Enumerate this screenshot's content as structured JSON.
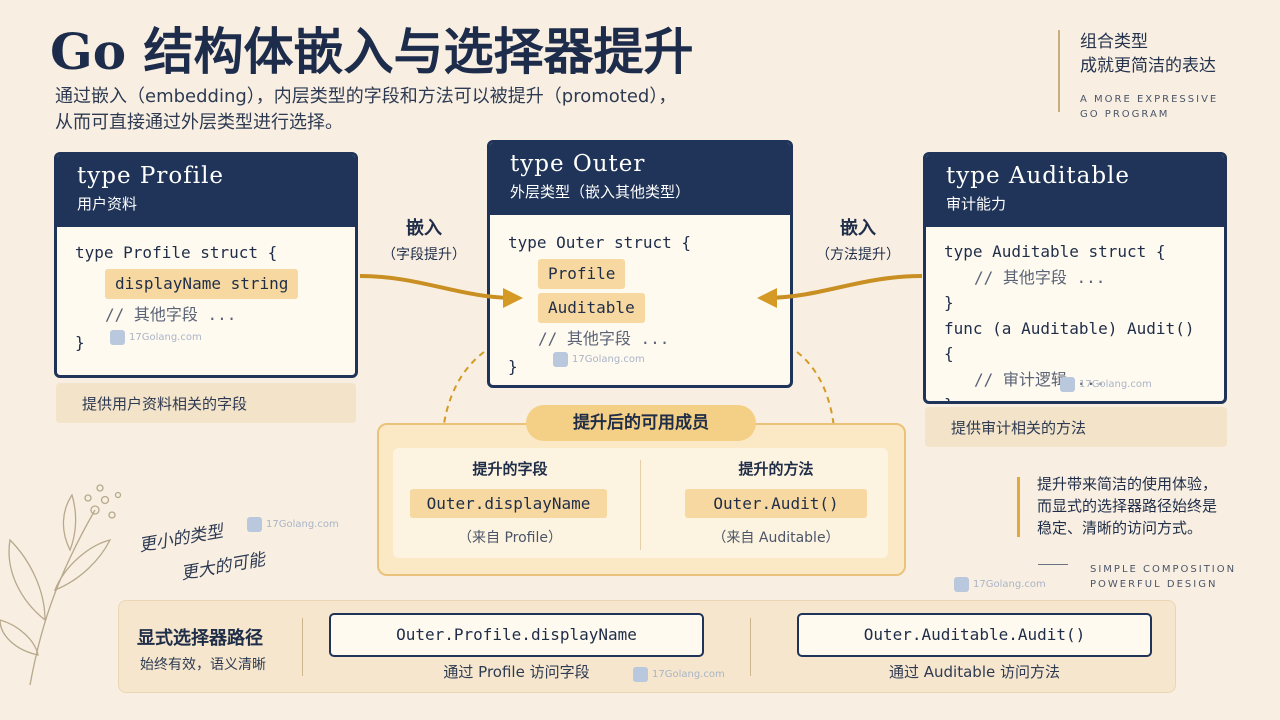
{
  "header": {
    "title": "Go 结构体嵌入与选择器提升",
    "subtitle_line1": "通过嵌入（embedding），内层类型的字段和方法可以被提升（promoted），",
    "subtitle_line2": "从而可直接通过外层类型进行选择。"
  },
  "tagline": {
    "cn_line1": "组合类型",
    "cn_line2": "成就更简洁的表达",
    "en_line1": "A MORE EXPRESSIVE",
    "en_line2": "GO PROGRAM"
  },
  "profile_card": {
    "title": "type  Profile",
    "subtitle": "用户资料",
    "code_line1": "type Profile struct {",
    "field": "displayName string",
    "comment": "// 其他字段 ...",
    "close": "}",
    "footnote": "提供用户资料相关的字段"
  },
  "outer_card": {
    "title": "type  Outer",
    "subtitle": "外层类型（嵌入其他类型）",
    "code_line1": "type Outer struct {",
    "embed1": "Profile",
    "embed2": "Auditable",
    "comment": "// 其他字段 ...",
    "close": "}"
  },
  "auditable_card": {
    "title": "type  Auditable",
    "subtitle": "审计能力",
    "code_line1": "type Auditable struct {",
    "comment1": "// 其他字段 ...",
    "close1": "}",
    "func_line": "func (a Auditable) Audit() {",
    "comment2": "// 审计逻辑 ...",
    "close2": "}",
    "footnote": "提供审计相关的方法"
  },
  "arrows": {
    "left_label": "嵌入",
    "left_sub": "（字段提升）",
    "right_label": "嵌入",
    "right_sub": "（方法提升）"
  },
  "promoted": {
    "title": "提升后的可用成员",
    "fields_head": "提升的字段",
    "fields_value": "Outer.displayName",
    "fields_from": "（来自 Profile）",
    "methods_head": "提升的方法",
    "methods_value": "Outer.Audit()",
    "methods_from": "（来自 Auditable）"
  },
  "side_note": {
    "line1": "提升带来简洁的使用体验，",
    "line2": "而显式的选择器路径始终是",
    "line3": "稳定、清晰的访问方式。"
  },
  "design_tagline": {
    "line1": "SIMPLE COMPOSITION",
    "line2": "POWERFUL DESIGN"
  },
  "handwriting": {
    "line1": "更小的类型",
    "line2": "更大的可能"
  },
  "explicit_path": {
    "title": "显式选择器路径",
    "subtitle": "始终有效，语义清晰",
    "path1": "Outer.Profile.displayName",
    "path1_caption": "通过 Profile 访问字段",
    "path2": "Outer.Auditable.Audit()",
    "path2_caption": "通过 Auditable 访问方法"
  },
  "watermark": "17Golang.com",
  "colors": {
    "navy": "#1f3458",
    "gold": "#d49a25",
    "cream": "#f8efe2",
    "highlight": "#f6d8a0"
  }
}
